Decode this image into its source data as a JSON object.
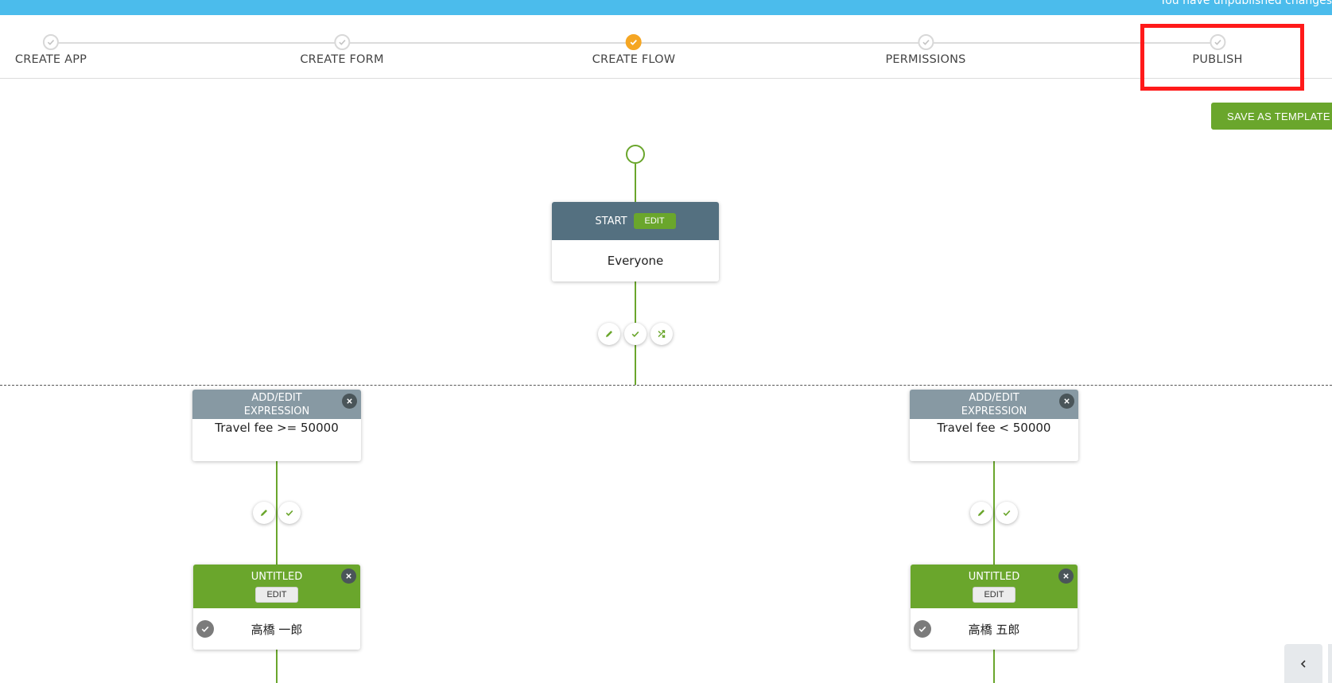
{
  "topbar": {
    "note": "You have unpublished changes",
    "color": "#4bbcec"
  },
  "stepper": {
    "steps": [
      {
        "label": "CREATE APP",
        "state": "done"
      },
      {
        "label": "CREATE FORM",
        "state": "done"
      },
      {
        "label": "CREATE FLOW",
        "state": "active"
      },
      {
        "label": "PERMISSIONS",
        "state": "done"
      },
      {
        "label": "PUBLISH",
        "state": "done"
      }
    ]
  },
  "toolbar": {
    "save_template_label": "SAVE AS TEMPLATE"
  },
  "flow": {
    "start": {
      "title": "START",
      "edit_label": "EDIT",
      "assignee": "Everyone"
    },
    "branches": [
      {
        "expression": {
          "title": "ADD/EDIT EXPRESSION",
          "condition": "Travel fee >= 50000"
        },
        "step": {
          "title": "UNTITLED",
          "edit_label": "EDIT",
          "assignee": "高橋 一郎"
        }
      },
      {
        "expression": {
          "title": "ADD/EDIT EXPRESSION",
          "condition": "Travel fee < 50000"
        },
        "step": {
          "title": "UNTITLED",
          "edit_label": "EDIT",
          "assignee": "高橋 五郎"
        }
      }
    ]
  },
  "colors": {
    "accent_green": "#6aa62c",
    "active_orange": "#f5a623",
    "start_header": "#547080",
    "expression_header": "#8799a3",
    "highlight": "#ff1a1a"
  }
}
